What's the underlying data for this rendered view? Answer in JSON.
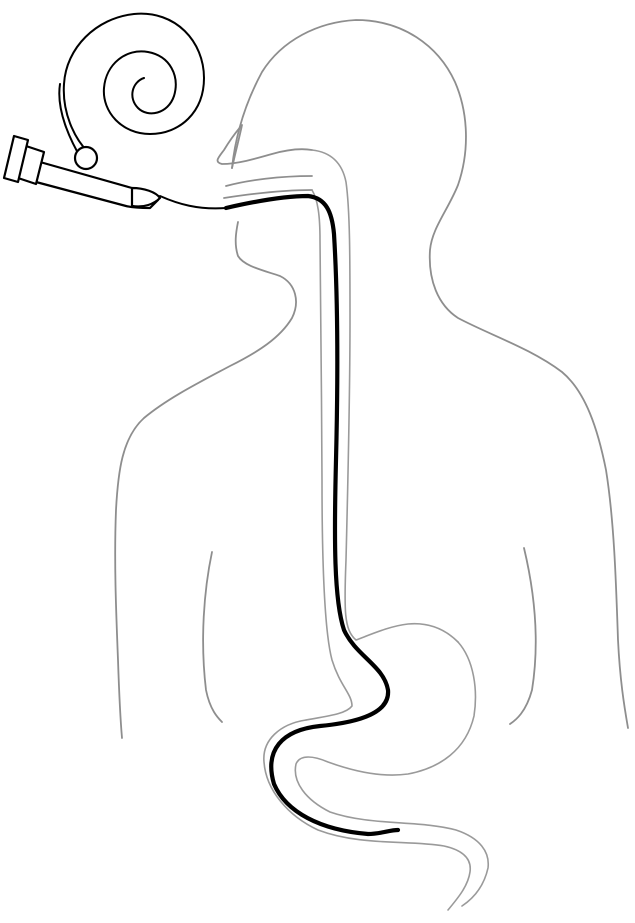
{
  "diagram": {
    "colors": {
      "background": "#ffffff",
      "body_outline": "#8e8e8e",
      "gi_tract_wall": "#9a9a9a",
      "endoscope": "#000000"
    },
    "parts": [
      {
        "name": "human-body-silhouette"
      },
      {
        "name": "oral-cavity"
      },
      {
        "name": "esophagus"
      },
      {
        "name": "stomach"
      },
      {
        "name": "duodenum"
      },
      {
        "name": "endoscope-tube"
      },
      {
        "name": "endoscope-handle"
      },
      {
        "name": "coiled-cable"
      }
    ]
  }
}
